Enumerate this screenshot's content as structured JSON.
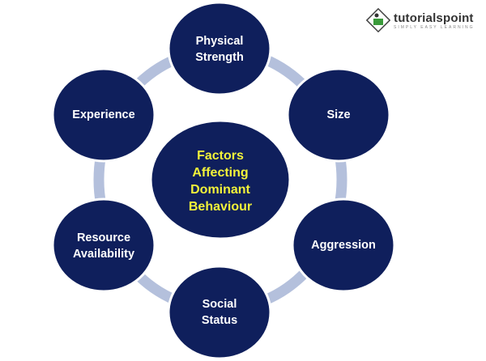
{
  "center": {
    "line1": "Factors",
    "line2": "Affecting",
    "line3": "Dominant",
    "line4": "Behaviour"
  },
  "nodes": [
    {
      "line1": "Physical",
      "line2": "Strength"
    },
    {
      "line1": "Size",
      "line2": ""
    },
    {
      "line1": "Aggression",
      "line2": ""
    },
    {
      "line1": "Social",
      "line2": "Status"
    },
    {
      "line1": "Resource",
      "line2": "Availability"
    },
    {
      "line1": "Experience",
      "line2": ""
    }
  ],
  "logo": {
    "name": "tutorialspoint",
    "tagline": "SIMPLY EASY LEARNING"
  },
  "colors": {
    "node": "#0f1f5c",
    "ring": "#b4c0dc",
    "center_text": "#f2f23a"
  }
}
